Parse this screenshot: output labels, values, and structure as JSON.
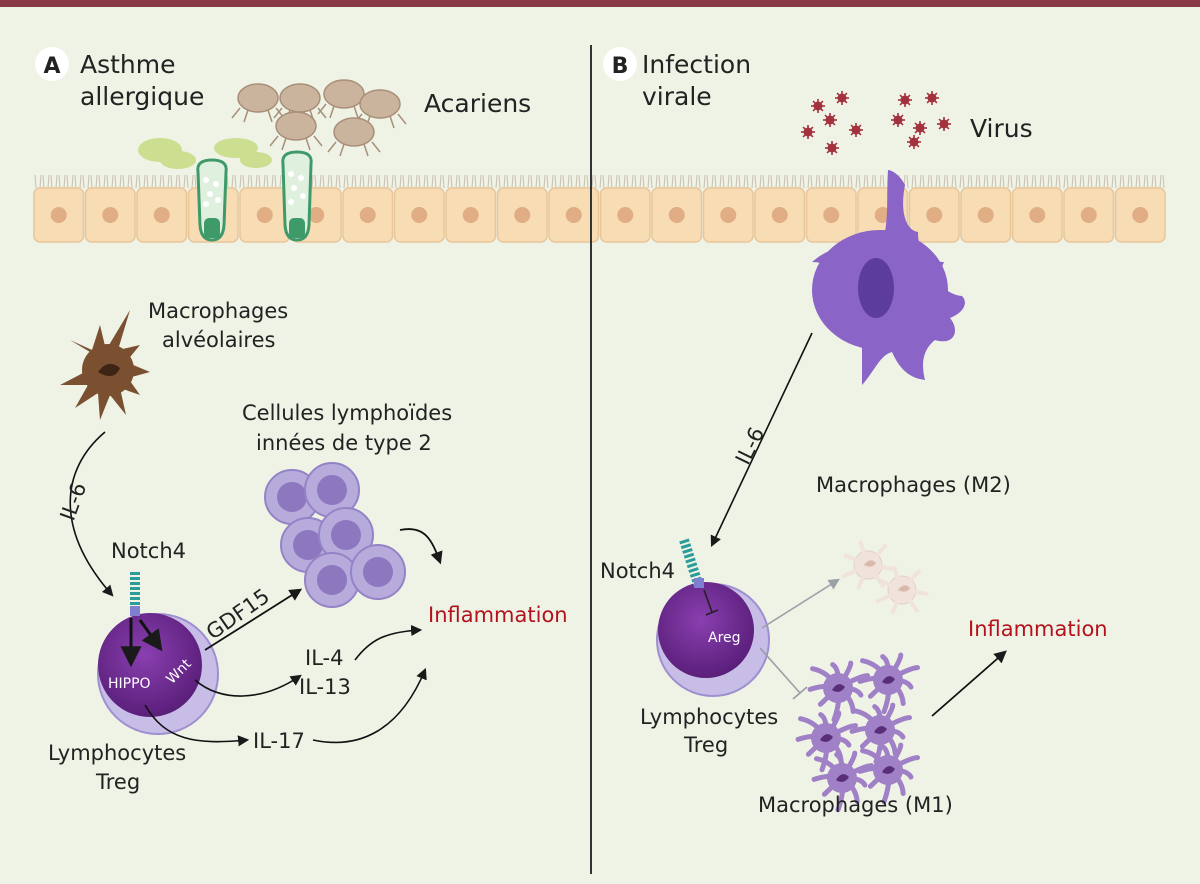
{
  "panel_a": {
    "badge": "A",
    "title_line1": "Asthme",
    "title_line2": "allergique",
    "allergen": "Acariens",
    "macrophages_line1": "Macrophages",
    "macrophages_line2": "alvéolaires",
    "ilc2_line1": "Cellules lymphoïdes",
    "ilc2_line2": "innées de type 2",
    "il6": "IL-6",
    "notch4": "Notch4",
    "gdf15": "GDF15",
    "hippo": "HIPPO",
    "wnt": "Wnt",
    "il4": "IL-4",
    "il13": "IL-13",
    "il17": "IL-17",
    "inflammation": "Inflammation",
    "treg_line1": "Lymphocytes",
    "treg_line2": "Treg"
  },
  "panel_b": {
    "badge": "B",
    "title_line1": "Infection",
    "title_line2": "virale",
    "virus": "Virus",
    "il6": "IL-6",
    "notch4": "Notch4",
    "areg": "Areg",
    "m2": "Macrophages (M2)",
    "m1": "Macrophages (M1)",
    "inflammation": "Inflammation",
    "treg_line1": "Lymphocytes",
    "treg_line2": "Treg"
  },
  "colors": {
    "background": "#eef3e6",
    "top_bar": "#8a3a47",
    "epithelium": "#f7dcb4",
    "nucleus": "#e0ad84",
    "goblet": "#3f9a6a",
    "mite": "#cbb49e",
    "alveolar_macrophage": "#7a5030",
    "treg": "#6a2d8c",
    "ilc2": "#8d78c0",
    "dendritic_cell": "#8a64c6",
    "m1": "#a080c6",
    "virus": "#a3323e",
    "inflammation": "#b3121c"
  }
}
